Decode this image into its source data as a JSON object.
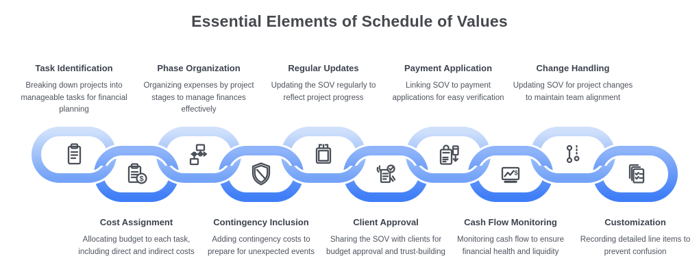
{
  "title": "Essential Elements of Schedule of Values",
  "colors": {
    "title_text": "#46494e",
    "heading_text": "#3d434e",
    "body_text": "#4e535c",
    "icon_stroke": "#4a4f58",
    "link_light_top": "#cfe0fb",
    "link_light_bottom": "#74a3f7",
    "link_dark_top": "#8fb4f9",
    "link_dark_bottom": "#3f7ef7"
  },
  "top_items": [
    {
      "heading": "Task Identification",
      "description": "Breaking down projects into manageable tasks for financial planning",
      "icon": "clipboard-list-icon"
    },
    {
      "heading": "Phase Organization",
      "description": "Organizing expenses by project stages to manage finances effectively",
      "icon": "workflow-icon"
    },
    {
      "heading": "Regular Updates",
      "description": "Updating the SOV regularly to reflect project progress",
      "icon": "calendar-icon"
    },
    {
      "heading": "Payment Application",
      "description": "Linking SOV to payment applications for easy verification",
      "icon": "payment-terminal-icon"
    },
    {
      "heading": "Change Handling",
      "description": "Updating SOV for project changes to maintain team alignment",
      "icon": "timeline-sliders-icon"
    }
  ],
  "bottom_items": [
    {
      "heading": "Cost Assignment",
      "description": "Allocating budget to each task, including direct and indirect costs",
      "icon": "clipboard-dollar-icon"
    },
    {
      "heading": "Contingency Inclusion",
      "description": "Adding contingency costs to prepare for unexpected events",
      "icon": "shield-icon"
    },
    {
      "heading": "Client Approval",
      "description": "Sharing the SOV with clients for budget approval and trust-building",
      "icon": "document-approval-icon"
    },
    {
      "heading": "Cash Flow Monitoring",
      "description": "Monitoring cash flow to ensure financial health and liquidity",
      "icon": "monitor-chart-icon"
    },
    {
      "heading": "Customization",
      "description": "Recording detailed line items to prevent confusion",
      "icon": "stacked-documents-icon"
    }
  ]
}
